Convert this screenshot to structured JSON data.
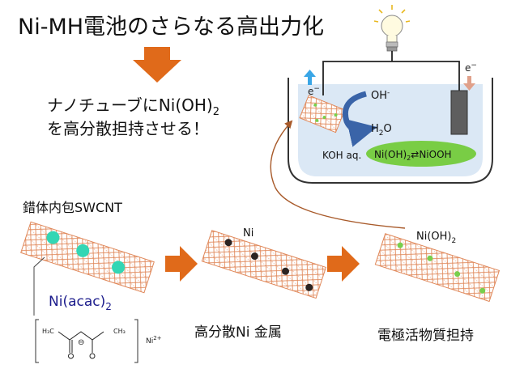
{
  "title": "Ni-MH電池のさらなる高出力化",
  "subtitle": {
    "line1_prefix": "ナノチューブにNi(OH)",
    "line1_sub": "2",
    "line2": "を高分散担持させる！"
  },
  "cell": {
    "electron_left": "e",
    "electron_left_sup": "−",
    "electron_right": "e",
    "electron_right_sup": "−",
    "hydroxide": "OH",
    "hydroxide_sup": "-",
    "water_h": "H",
    "water_sub": "2",
    "water_o": "O",
    "electrolyte": "KOH aq.",
    "reaction_left": "Ni(OH)",
    "reaction_sub": "2",
    "reaction_arrow": "⇄",
    "reaction_right": "NiOOH"
  },
  "stages": {
    "header": "錯体内包SWCNT",
    "stage1_complex": "Ni(acac)",
    "stage1_complex_sub": "2",
    "stage2_label": "Ni",
    "stage2_caption": "高分散Ni 金属",
    "stage3_label": "Ni(OH)",
    "stage3_label_sub": "2",
    "stage3_caption": "電極活物質担持"
  },
  "structure": {
    "ch3_left": "H₃C",
    "ch3_right": "CH₃",
    "anion": "⊖",
    "metal_ion": "Ni",
    "metal_ion_sup": "2+"
  },
  "colors": {
    "arrow": "#e06a1a",
    "cnt": "#e0885a",
    "complex_dot": "#33d6b4",
    "ni_dot": "#2b2422",
    "niooh_dot": "#78cf4c",
    "reaction_ellipse": "#79cd45",
    "electrolyte": "#dbe8f5",
    "curved_arrow": "#a85a2a",
    "label_blue": "#1c1c8c",
    "oh_arrow": "#3a64a8",
    "electron_up": "#3aa6e6",
    "electron_down": "#e0a08a"
  },
  "icons": [
    "lightbulb-icon"
  ]
}
